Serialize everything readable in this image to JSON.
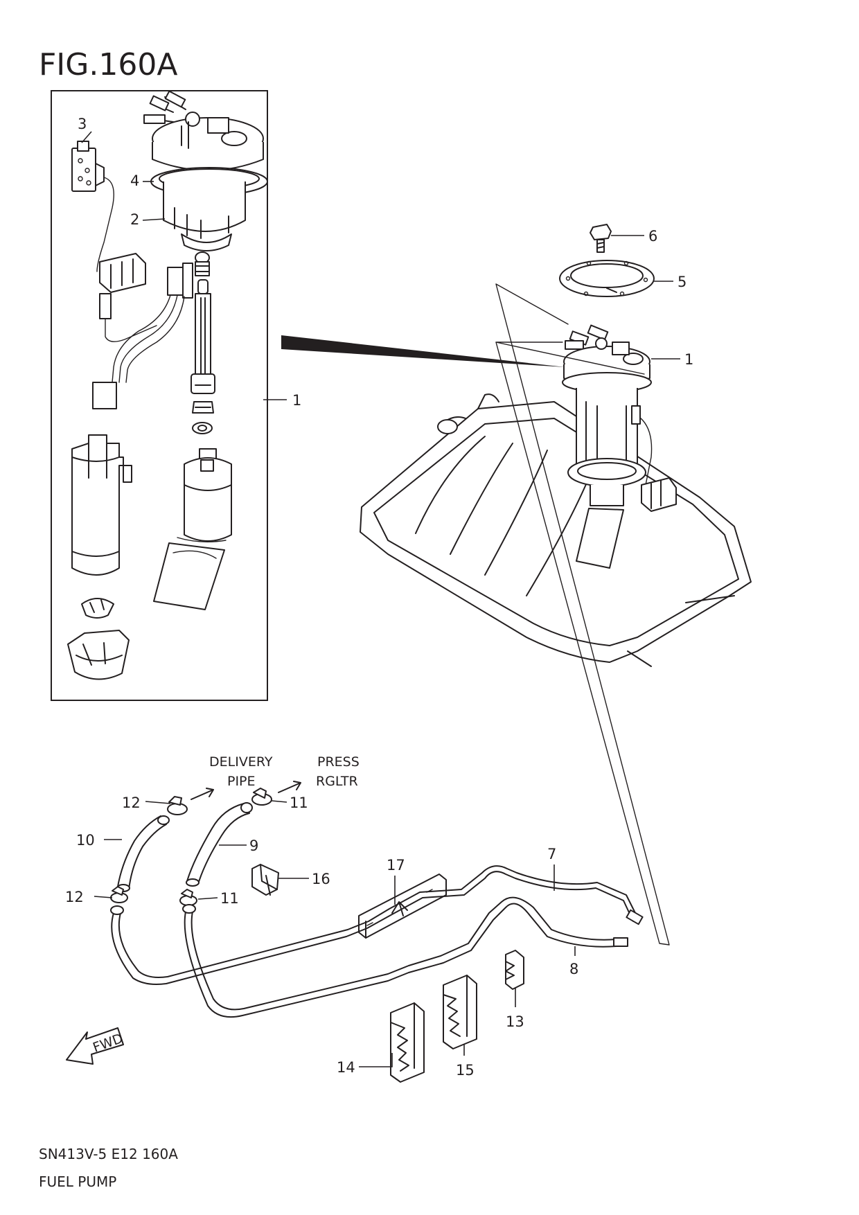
{
  "figure": {
    "title": "FIG.160A",
    "code": "SN413V-5 E12 160A",
    "name": "FUEL PUMP"
  },
  "callouts": [
    {
      "id": "c1-left",
      "label": "1"
    },
    {
      "id": "c2",
      "label": "2"
    },
    {
      "id": "c3",
      "label": "3"
    },
    {
      "id": "c4",
      "label": "4"
    },
    {
      "id": "c1-right",
      "label": "1"
    },
    {
      "id": "c5",
      "label": "5"
    },
    {
      "id": "c6",
      "label": "6"
    },
    {
      "id": "c7",
      "label": "7"
    },
    {
      "id": "c8",
      "label": "8"
    },
    {
      "id": "c9",
      "label": "9"
    },
    {
      "id": "c10",
      "label": "10"
    },
    {
      "id": "c11-top",
      "label": "11"
    },
    {
      "id": "c11-bottom",
      "label": "11"
    },
    {
      "id": "c12-top",
      "label": "12"
    },
    {
      "id": "c12-bottom",
      "label": "12"
    },
    {
      "id": "c13",
      "label": "13"
    },
    {
      "id": "c14",
      "label": "14"
    },
    {
      "id": "c15",
      "label": "15"
    },
    {
      "id": "c16",
      "label": "16"
    },
    {
      "id": "c17",
      "label": "17"
    }
  ],
  "notes": {
    "delivery_line1": "DELIVERY",
    "delivery_line2": "PIPE",
    "press_line1": "PRESS",
    "press_line2": "RGLTR",
    "fwd": "FWD"
  }
}
